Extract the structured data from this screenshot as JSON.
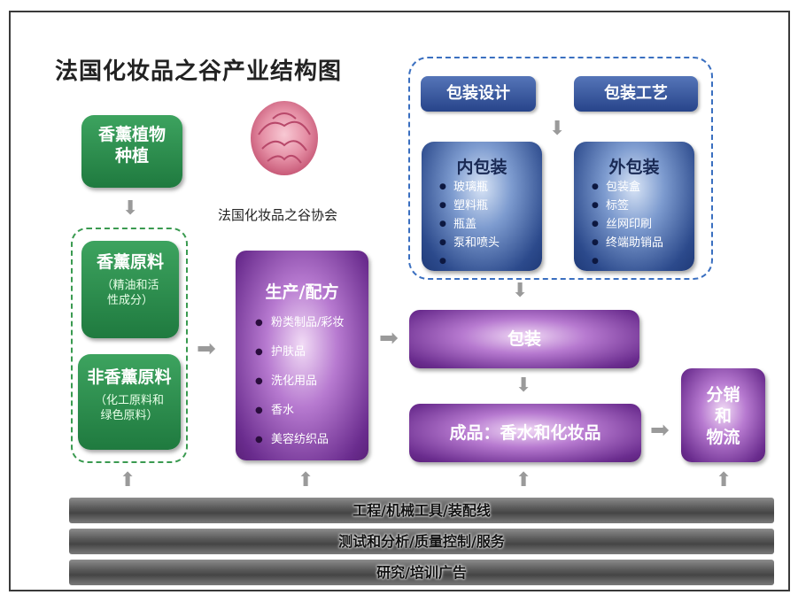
{
  "title": "法国化妆品之谷产业结构图",
  "association_caption": "法国化妆品之谷协会",
  "left": {
    "plant": {
      "line1": "香薰植物",
      "line2": "种植"
    },
    "raw": {
      "title": "香薰原料",
      "sub1": "（精油和活",
      "sub2": "性成分）"
    },
    "nonraw": {
      "title": "非香薰原料",
      "sub1": "（化工原料和",
      "sub2": "绿色原料）"
    }
  },
  "production": {
    "title": "生产/配方",
    "items": [
      "粉类制品/彩妆",
      "护肤品",
      "洗化用品",
      "香水",
      "美容纺织品"
    ]
  },
  "packaging_top": {
    "design": "包装设计",
    "craft": "包装工艺",
    "inner": {
      "title": "内包装",
      "items": [
        "玻璃瓶",
        "塑料瓶",
        "瓶盖",
        "泵和喷头",
        ""
      ]
    },
    "outer": {
      "title": "外包装",
      "items": [
        "包装盒",
        "标签",
        "丝网印刷",
        "终端助销品",
        ""
      ]
    }
  },
  "packaging": "包装",
  "finished": "成品：香水和化妆品",
  "distribution": {
    "line1": "分销",
    "line2": "和",
    "line3": "物流"
  },
  "bars": [
    "工程/机械工具/装配线",
    "测试和分析/质量控制/服务",
    "研究/培训广告"
  ],
  "colors": {
    "green": "#2a8a4a",
    "purple": "#6a2c8e",
    "blue": "#27448a",
    "bar": "#5a5a5a"
  }
}
